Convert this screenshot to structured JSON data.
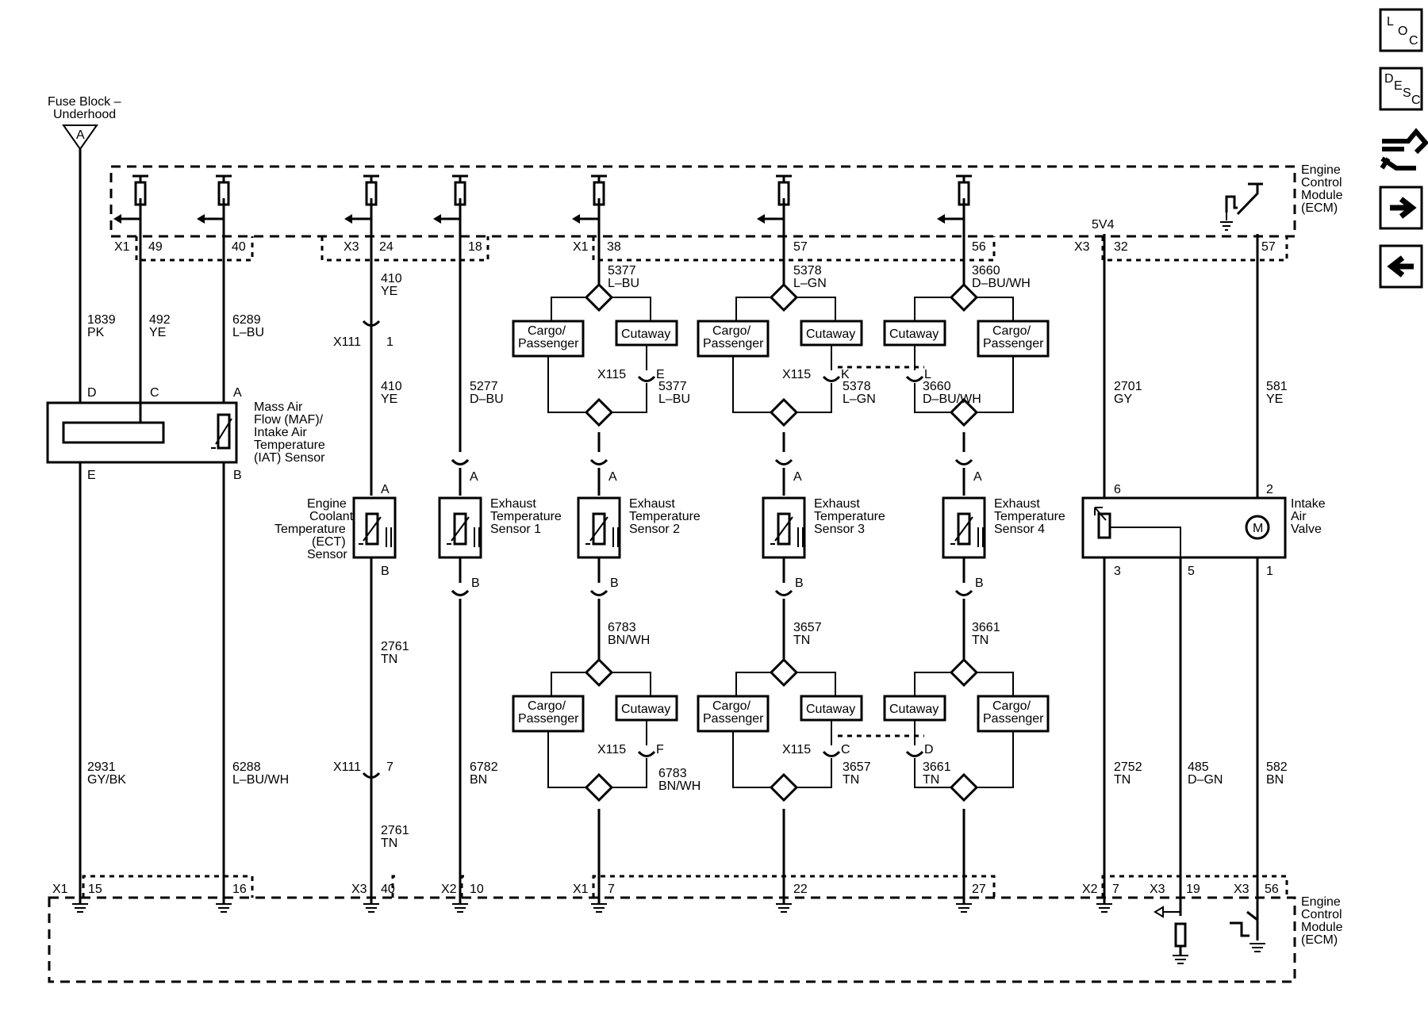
{
  "fuse": {
    "title_l1": "Fuse Block –",
    "title_l2": "Underhood",
    "letter": "A"
  },
  "ecm": {
    "l1": "Engine",
    "l2": "Control",
    "l3": "Module",
    "l4": "(ECM)"
  },
  "nav": {
    "loc": [
      "L",
      "O",
      "C"
    ],
    "desc": [
      "D",
      "E",
      "S",
      "C"
    ],
    "arrow_right": "arrow-right-icon",
    "arrow_left": "arrow-left-icon",
    "connector": "connector-icon"
  },
  "top_pins": [
    {
      "conn": "X1",
      "pin": "49"
    },
    {
      "pin": "40"
    },
    {
      "conn": "X3",
      "pin": "24"
    },
    {
      "pin": "18"
    },
    {
      "conn": "X1",
      "pin": "38"
    },
    {
      "pin": "57"
    },
    {
      "pin": "56"
    },
    {
      "conn": "X3",
      "pin": "32"
    },
    {
      "pin": "57"
    }
  ],
  "ref_5v": "5V4",
  "bottom_pins": [
    {
      "conn": "X1",
      "pin": "15"
    },
    {
      "pin": "16"
    },
    {
      "conn": "X3",
      "pin": "40"
    },
    {
      "conn": "X2",
      "pin": "10"
    },
    {
      "conn": "X1",
      "pin": "7"
    },
    {
      "pin": "22"
    },
    {
      "pin": "27"
    },
    {
      "conn": "X2",
      "pin": "7"
    },
    {
      "conn": "X3",
      "pin": "19"
    },
    {
      "conn": "X3",
      "pin": "56"
    }
  ],
  "maf": {
    "name": [
      "Mass Air",
      "Flow (MAF)/",
      "Intake Air",
      "Temperature",
      "(IAT) Sensor"
    ],
    "pins_top": [
      "D",
      "C",
      "A"
    ],
    "pins_bottom": [
      "E",
      "B"
    ]
  },
  "wires": {
    "w1839": [
      "1839",
      "PK"
    ],
    "w492": [
      "492",
      "YE"
    ],
    "w6289": [
      "6289",
      "L–BU"
    ],
    "w410a": [
      "410",
      "YE"
    ],
    "w410b": [
      "410",
      "YE"
    ],
    "w5277": [
      "5277",
      "D–BU"
    ],
    "w5377a": [
      "5377",
      "L–BU"
    ],
    "w5377b": [
      "5377",
      "L–BU"
    ],
    "w5378a": [
      "5378",
      "L–GN"
    ],
    "w5378b": [
      "5378",
      "L–GN"
    ],
    "w3660a": [
      "3660",
      "D–BU/WH"
    ],
    "w3660b": [
      "3660",
      "D–BU/WH"
    ],
    "w2701": [
      "2701",
      "GY"
    ],
    "w581": [
      "581",
      "YE"
    ],
    "w2931": [
      "2931",
      "GY/BK"
    ],
    "w6288": [
      "6288",
      "L–BU/WH"
    ],
    "w2761a": [
      "2761",
      "TN"
    ],
    "w2761b": [
      "2761",
      "TN"
    ],
    "w6782": [
      "6782",
      "BN"
    ],
    "w6783a": [
      "6783",
      "BN/WH"
    ],
    "w6783b": [
      "6783",
      "BN/WH"
    ],
    "w3657a": [
      "3657",
      "TN"
    ],
    "w3657b": [
      "3657",
      "TN"
    ],
    "w3661a": [
      "3661",
      "TN"
    ],
    "w3661b": [
      "3661",
      "TN"
    ],
    "w2752": [
      "2752",
      "TN"
    ],
    "w485": [
      "485",
      "D–GN"
    ],
    "w582": [
      "582",
      "BN"
    ]
  },
  "x111": {
    "name": "X111",
    "pin_top": "1",
    "pin_bottom": "7"
  },
  "x115": {
    "name": "X115",
    "pins": [
      "E",
      "K",
      "L",
      "F",
      "C",
      "D"
    ]
  },
  "variants": {
    "cargo": [
      "Cargo/",
      "Passenger"
    ],
    "cutaway": "Cutaway"
  },
  "ect": {
    "name": [
      "Engine",
      "Coolant",
      "Temperature",
      "(ECT)",
      "Sensor"
    ],
    "pin_a": "A",
    "pin_b": "B"
  },
  "ets": [
    {
      "name": [
        "Exhaust",
        "Temperature",
        "Sensor 1"
      ],
      "pin_a": "A",
      "pin_b": "B"
    },
    {
      "name": [
        "Exhaust",
        "Temperature",
        "Sensor 2"
      ],
      "pin_a": "A",
      "pin_b": "B"
    },
    {
      "name": [
        "Exhaust",
        "Temperature",
        "Sensor 3"
      ],
      "pin_a": "A",
      "pin_b": "B"
    },
    {
      "name": [
        "Exhaust",
        "Temperature",
        "Sensor 4"
      ],
      "pin_a": "A",
      "pin_b": "B"
    }
  ],
  "iav": {
    "name": [
      "Intake",
      "Air",
      "Valve"
    ],
    "pins_top": [
      "6",
      "2"
    ],
    "pins_bottom": [
      "3",
      "5",
      "1"
    ],
    "motor": "M"
  }
}
